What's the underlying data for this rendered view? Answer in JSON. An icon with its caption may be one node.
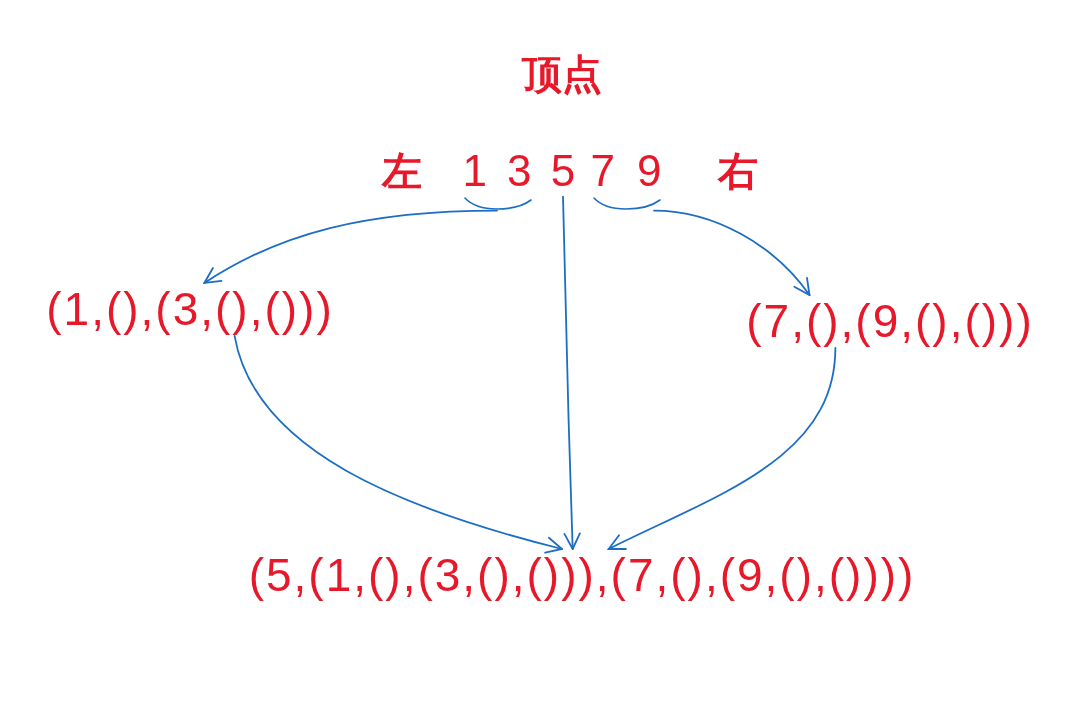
{
  "diagram": {
    "title": "顶点",
    "nodes": [
      {
        "text": [
          "1 3"
        ]
      },
      {
        "text": [
          "5"
        ]
      },
      {
        "text": [
          "7 9"
        ]
      },
      {
        "text": [
          "(1,(),(3,(),()))"
        ]
      },
      {
        "text": [
          "(7,(),(9,(),()))"
        ]
      },
      {
        "text": [
          "(5,(1,(),(3,(),())),(7,(),(9,(),())))"
        ]
      }
    ],
    "edges": [
      {
        "from": 0,
        "to": 3,
        "arrow": "to"
      },
      {
        "from": 1,
        "to": 5,
        "arrow": "to"
      },
      {
        "from": 2,
        "to": 4,
        "arrow": "to"
      },
      {
        "from": 3,
        "to": 5,
        "arrow": "to"
      },
      {
        "from": 4,
        "to": 5,
        "arrow": "to"
      }
    ],
    "labels": [
      "左",
      "右"
    ]
  }
}
